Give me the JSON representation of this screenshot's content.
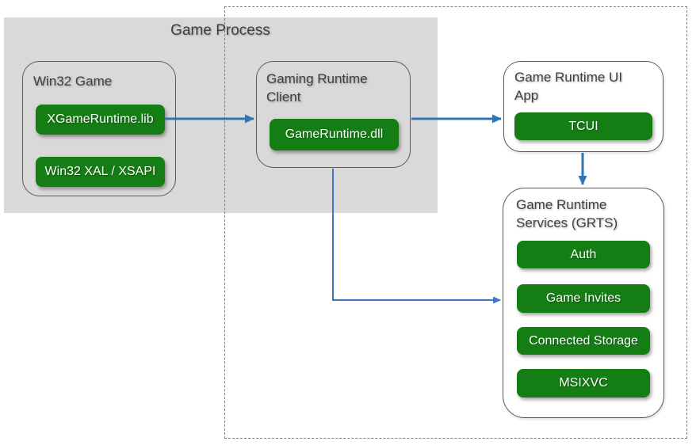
{
  "title": "Game Process",
  "nodes": {
    "win32_game": {
      "title": "Win32 Game",
      "items": [
        "XGameRuntime.lib",
        "Win32 XAL / XSAPI"
      ]
    },
    "gaming_runtime_client": {
      "title": "Gaming Runtime Client",
      "items": [
        "GameRuntime.dll"
      ]
    },
    "game_runtime_ui_app": {
      "title": "Game Runtime UI App",
      "items": [
        "TCUI"
      ]
    },
    "game_runtime_services": {
      "title": "Game Runtime Services (GRTS)",
      "items": [
        "Auth",
        "Game Invites",
        "Connected Storage",
        "MSIXVC"
      ]
    }
  },
  "edges": [
    {
      "from": "XGameRuntime.lib",
      "to": "Gaming Runtime Client"
    },
    {
      "from": "Gaming Runtime Client",
      "to": "Game Runtime UI App"
    },
    {
      "from": "Game Runtime UI App",
      "to": "Game Runtime Services (GRTS)"
    },
    {
      "from": "Gaming Runtime Client",
      "to": "Game Runtime Services (GRTS)"
    }
  ],
  "colors": {
    "node_green": "#147d14",
    "arrow_primary": "#2e75b6",
    "arrow_secondary": "#4472c4",
    "region_gray": "#d9d9d9",
    "node_border_gray": "#595959",
    "title_text": "#3f3f3f",
    "pill_text": "#ffffff"
  }
}
